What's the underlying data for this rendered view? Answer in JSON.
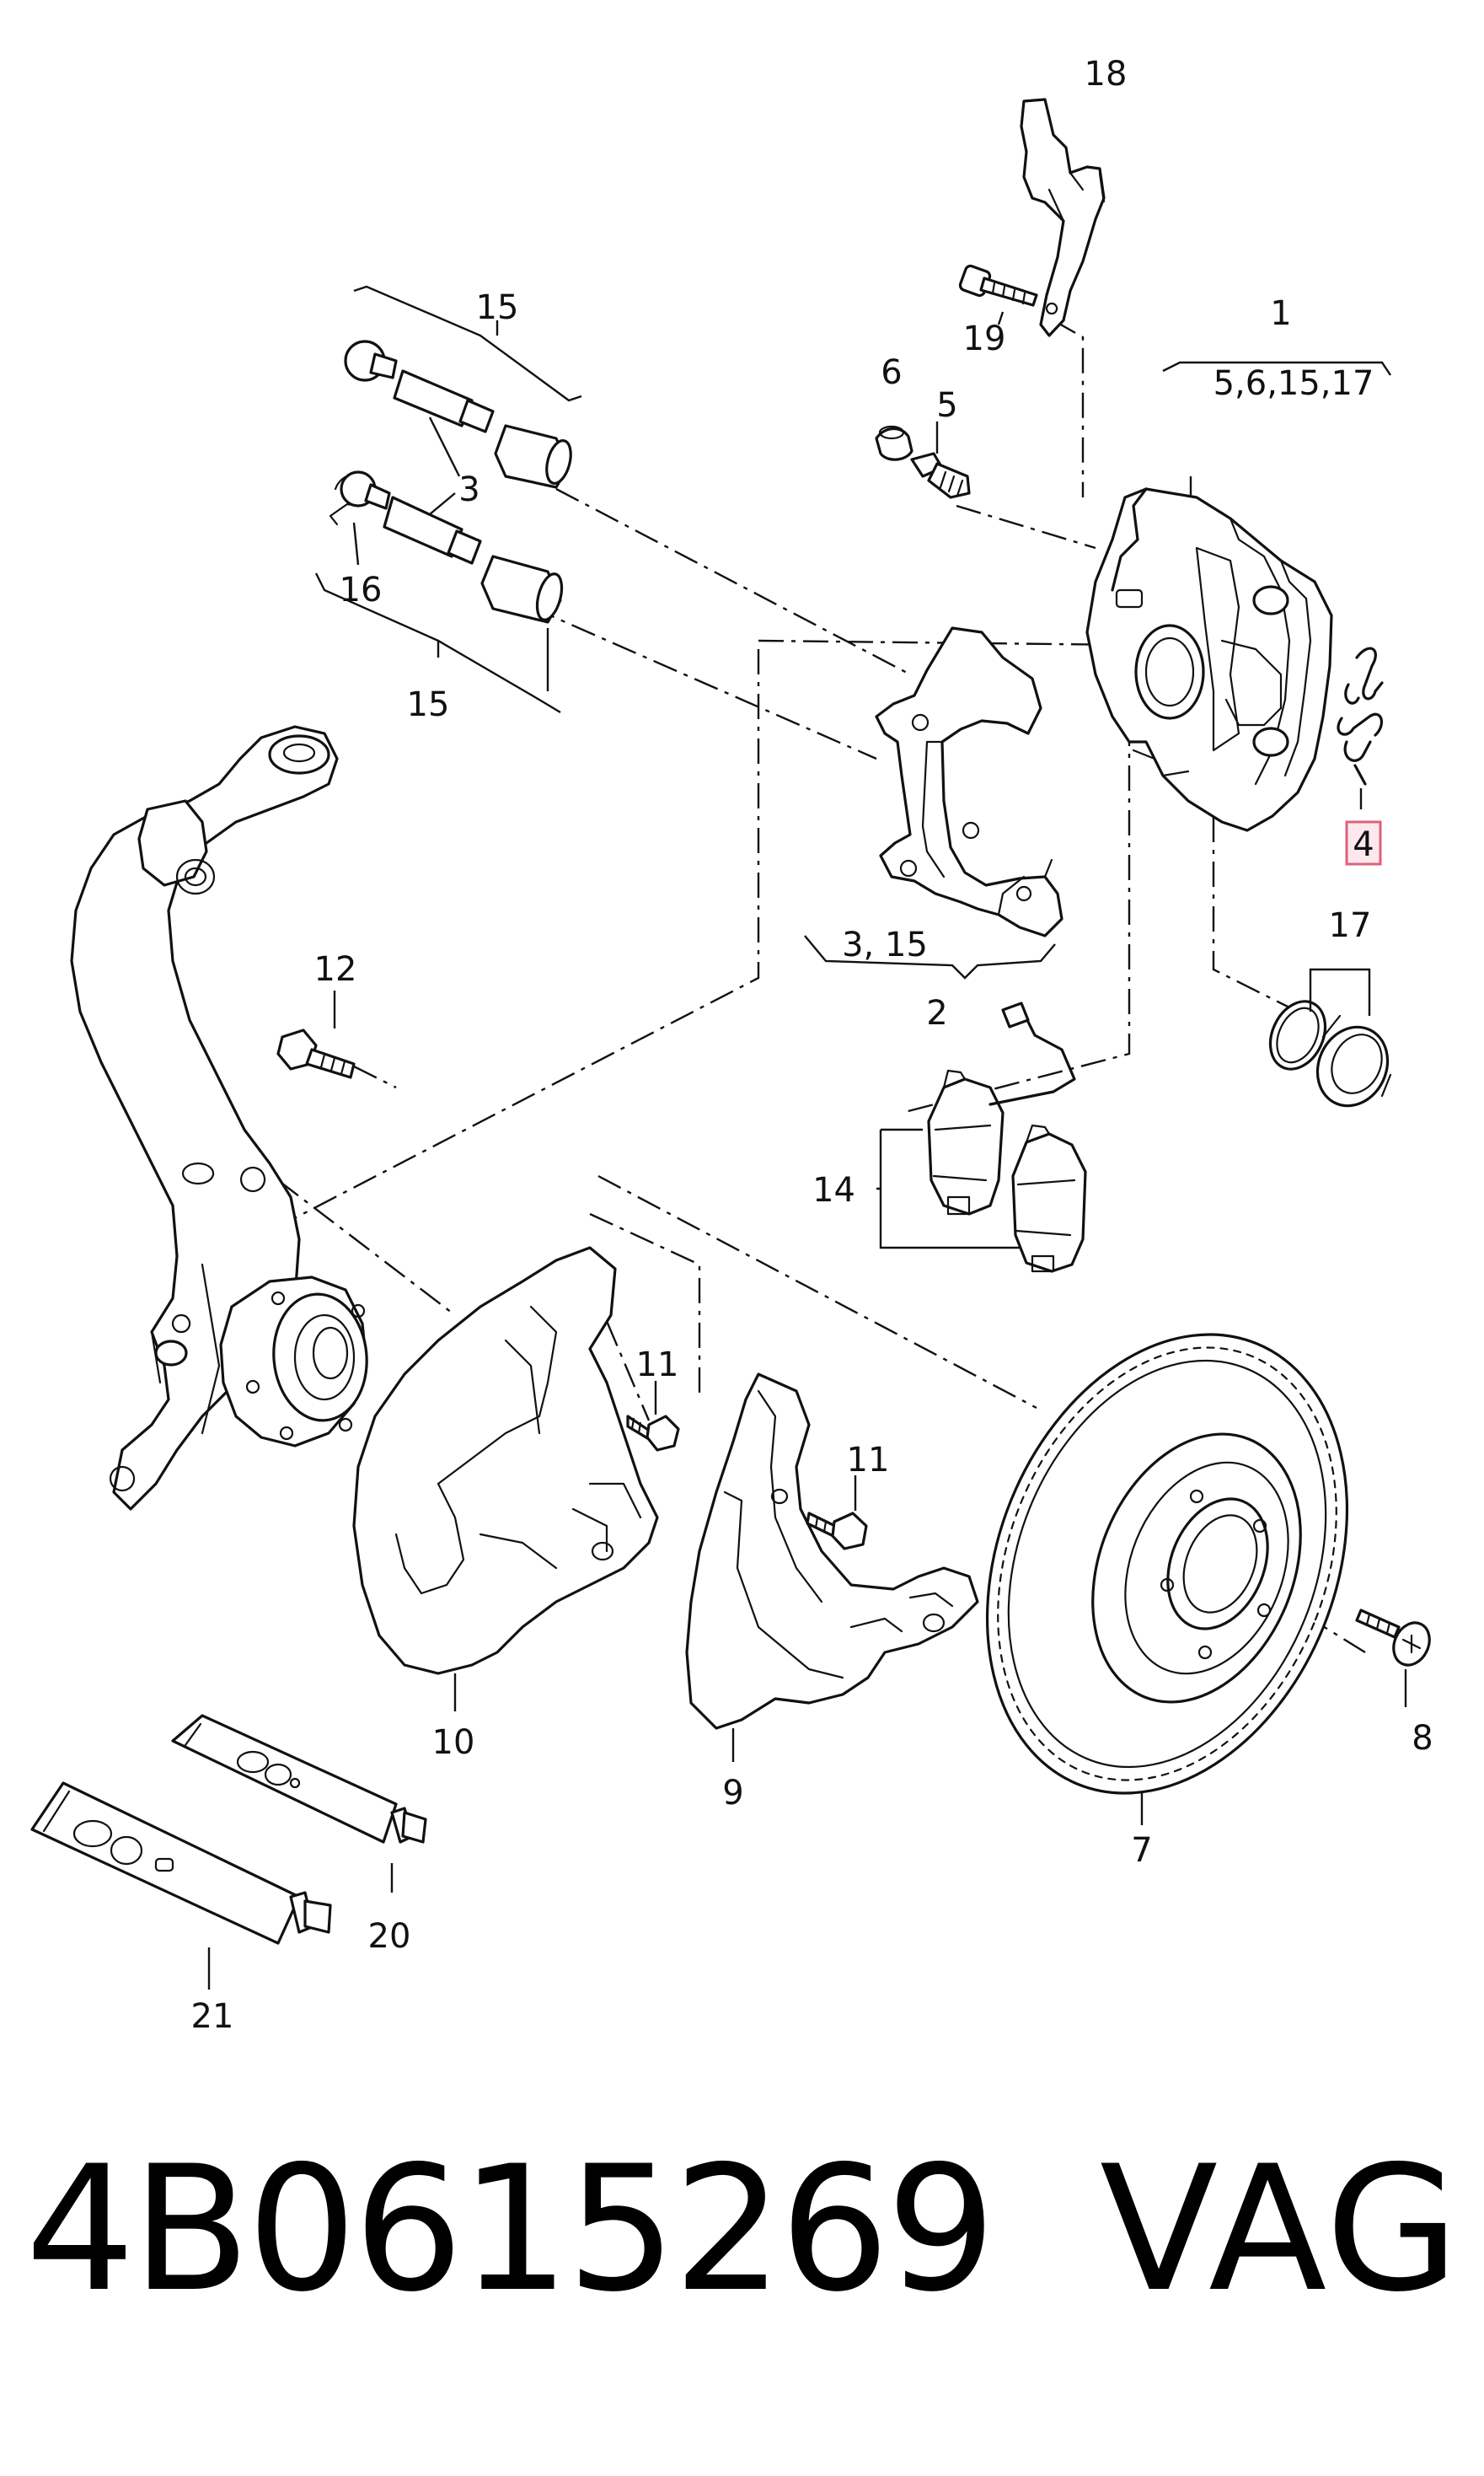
{
  "diagram": {
    "callouts": {
      "c1": "1",
      "c1_sub": "5,6,15,17",
      "c2": "2",
      "c2_sub": "3, 15",
      "c3": "3",
      "c4": "4",
      "c5": "5",
      "c6": "6",
      "c7": "7",
      "c8": "8",
      "c9": "9",
      "c10": "10",
      "c11a": "11",
      "c11b": "11",
      "c12": "12",
      "c14": "14",
      "c15a": "15",
      "c15b": "15",
      "c16": "16",
      "c17": "17",
      "c18": "18",
      "c19": "19",
      "c20": "20",
      "c21": "21"
    },
    "highlighted_callout": "4",
    "highlight_color": "#e0607a"
  },
  "footer": {
    "part_number": "4B0615269",
    "brand": "VAG"
  }
}
